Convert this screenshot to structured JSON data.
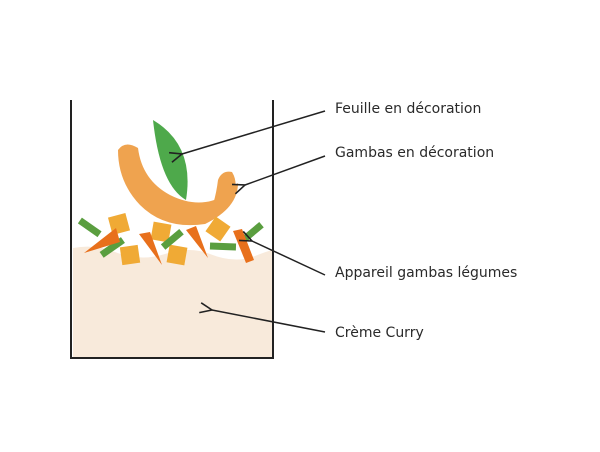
{
  "labels": {
    "leaf": "Feuille en décoration",
    "prawns": "Gambas en décoration",
    "mixture": "Appareil gambas légumes",
    "cream": "Crème Curry"
  },
  "colors": {
    "cream": "#f8eadb",
    "leaf": "#4ea94b",
    "prawn": "#efa34f",
    "carrot": "#e8701c",
    "cube": "#f0aa35",
    "bean": "#5a9e3f",
    "outline": "#222222"
  }
}
